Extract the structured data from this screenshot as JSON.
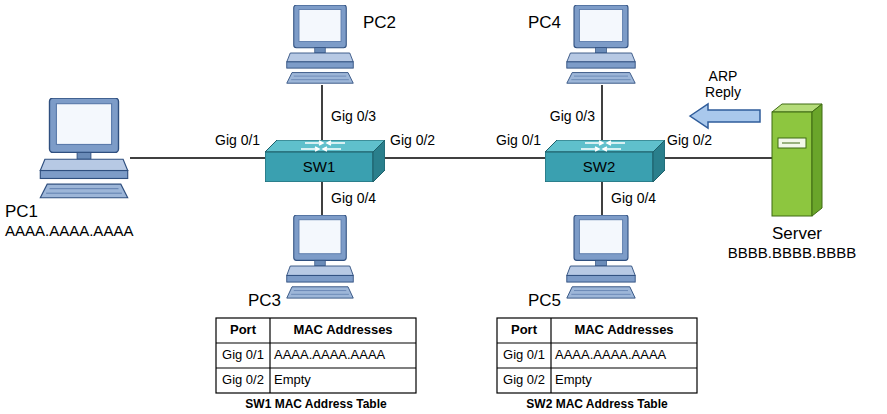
{
  "diagram": {
    "nodes": [
      {
        "text": [
          "PC2"
        ]
      },
      {
        "text": [
          "PC4"
        ]
      },
      {
        "text": [
          "PC1",
          "AAAA.AAAA.AAAA"
        ]
      },
      {
        "text": [
          "SW1"
        ]
      },
      {
        "text": [
          "SW2"
        ]
      },
      {
        "text": [
          "Server",
          "BBBB.BBBB.BBBB"
        ]
      },
      {
        "text": [
          "PC3"
        ]
      },
      {
        "text": [
          "PC5"
        ]
      }
    ],
    "edges": [
      {
        "from": 2,
        "to": 3,
        "arrow": "none"
      },
      {
        "from": 0,
        "to": 3,
        "arrow": "none"
      },
      {
        "from": 3,
        "to": 6,
        "arrow": "none"
      },
      {
        "from": 3,
        "to": 4,
        "arrow": "none"
      },
      {
        "from": 1,
        "to": 4,
        "arrow": "none"
      },
      {
        "from": 4,
        "to": 7,
        "arrow": "none"
      },
      {
        "from": 4,
        "to": 5,
        "arrow": "none"
      }
    ],
    "labels": [
      "Gig 0/1",
      "Gig 0/3",
      "Gig 0/2",
      "Gig 0/4",
      "Gig 0/3",
      "Gig 0/1",
      "Gig 0/2",
      "Gig 0/4",
      "ARP Reply",
      "Port",
      "MAC Addresses",
      "Gig 0/1",
      "AAAA.AAAA.AAAA",
      "Gig 0/2",
      "Empty",
      "SW1 MAC Address Table",
      "Port",
      "MAC Addresses",
      "Gig 0/1",
      "AAAA.AAAA.AAAA",
      "Gig 0/2",
      "Empty",
      "SW2 MAC Address Table"
    ]
  }
}
